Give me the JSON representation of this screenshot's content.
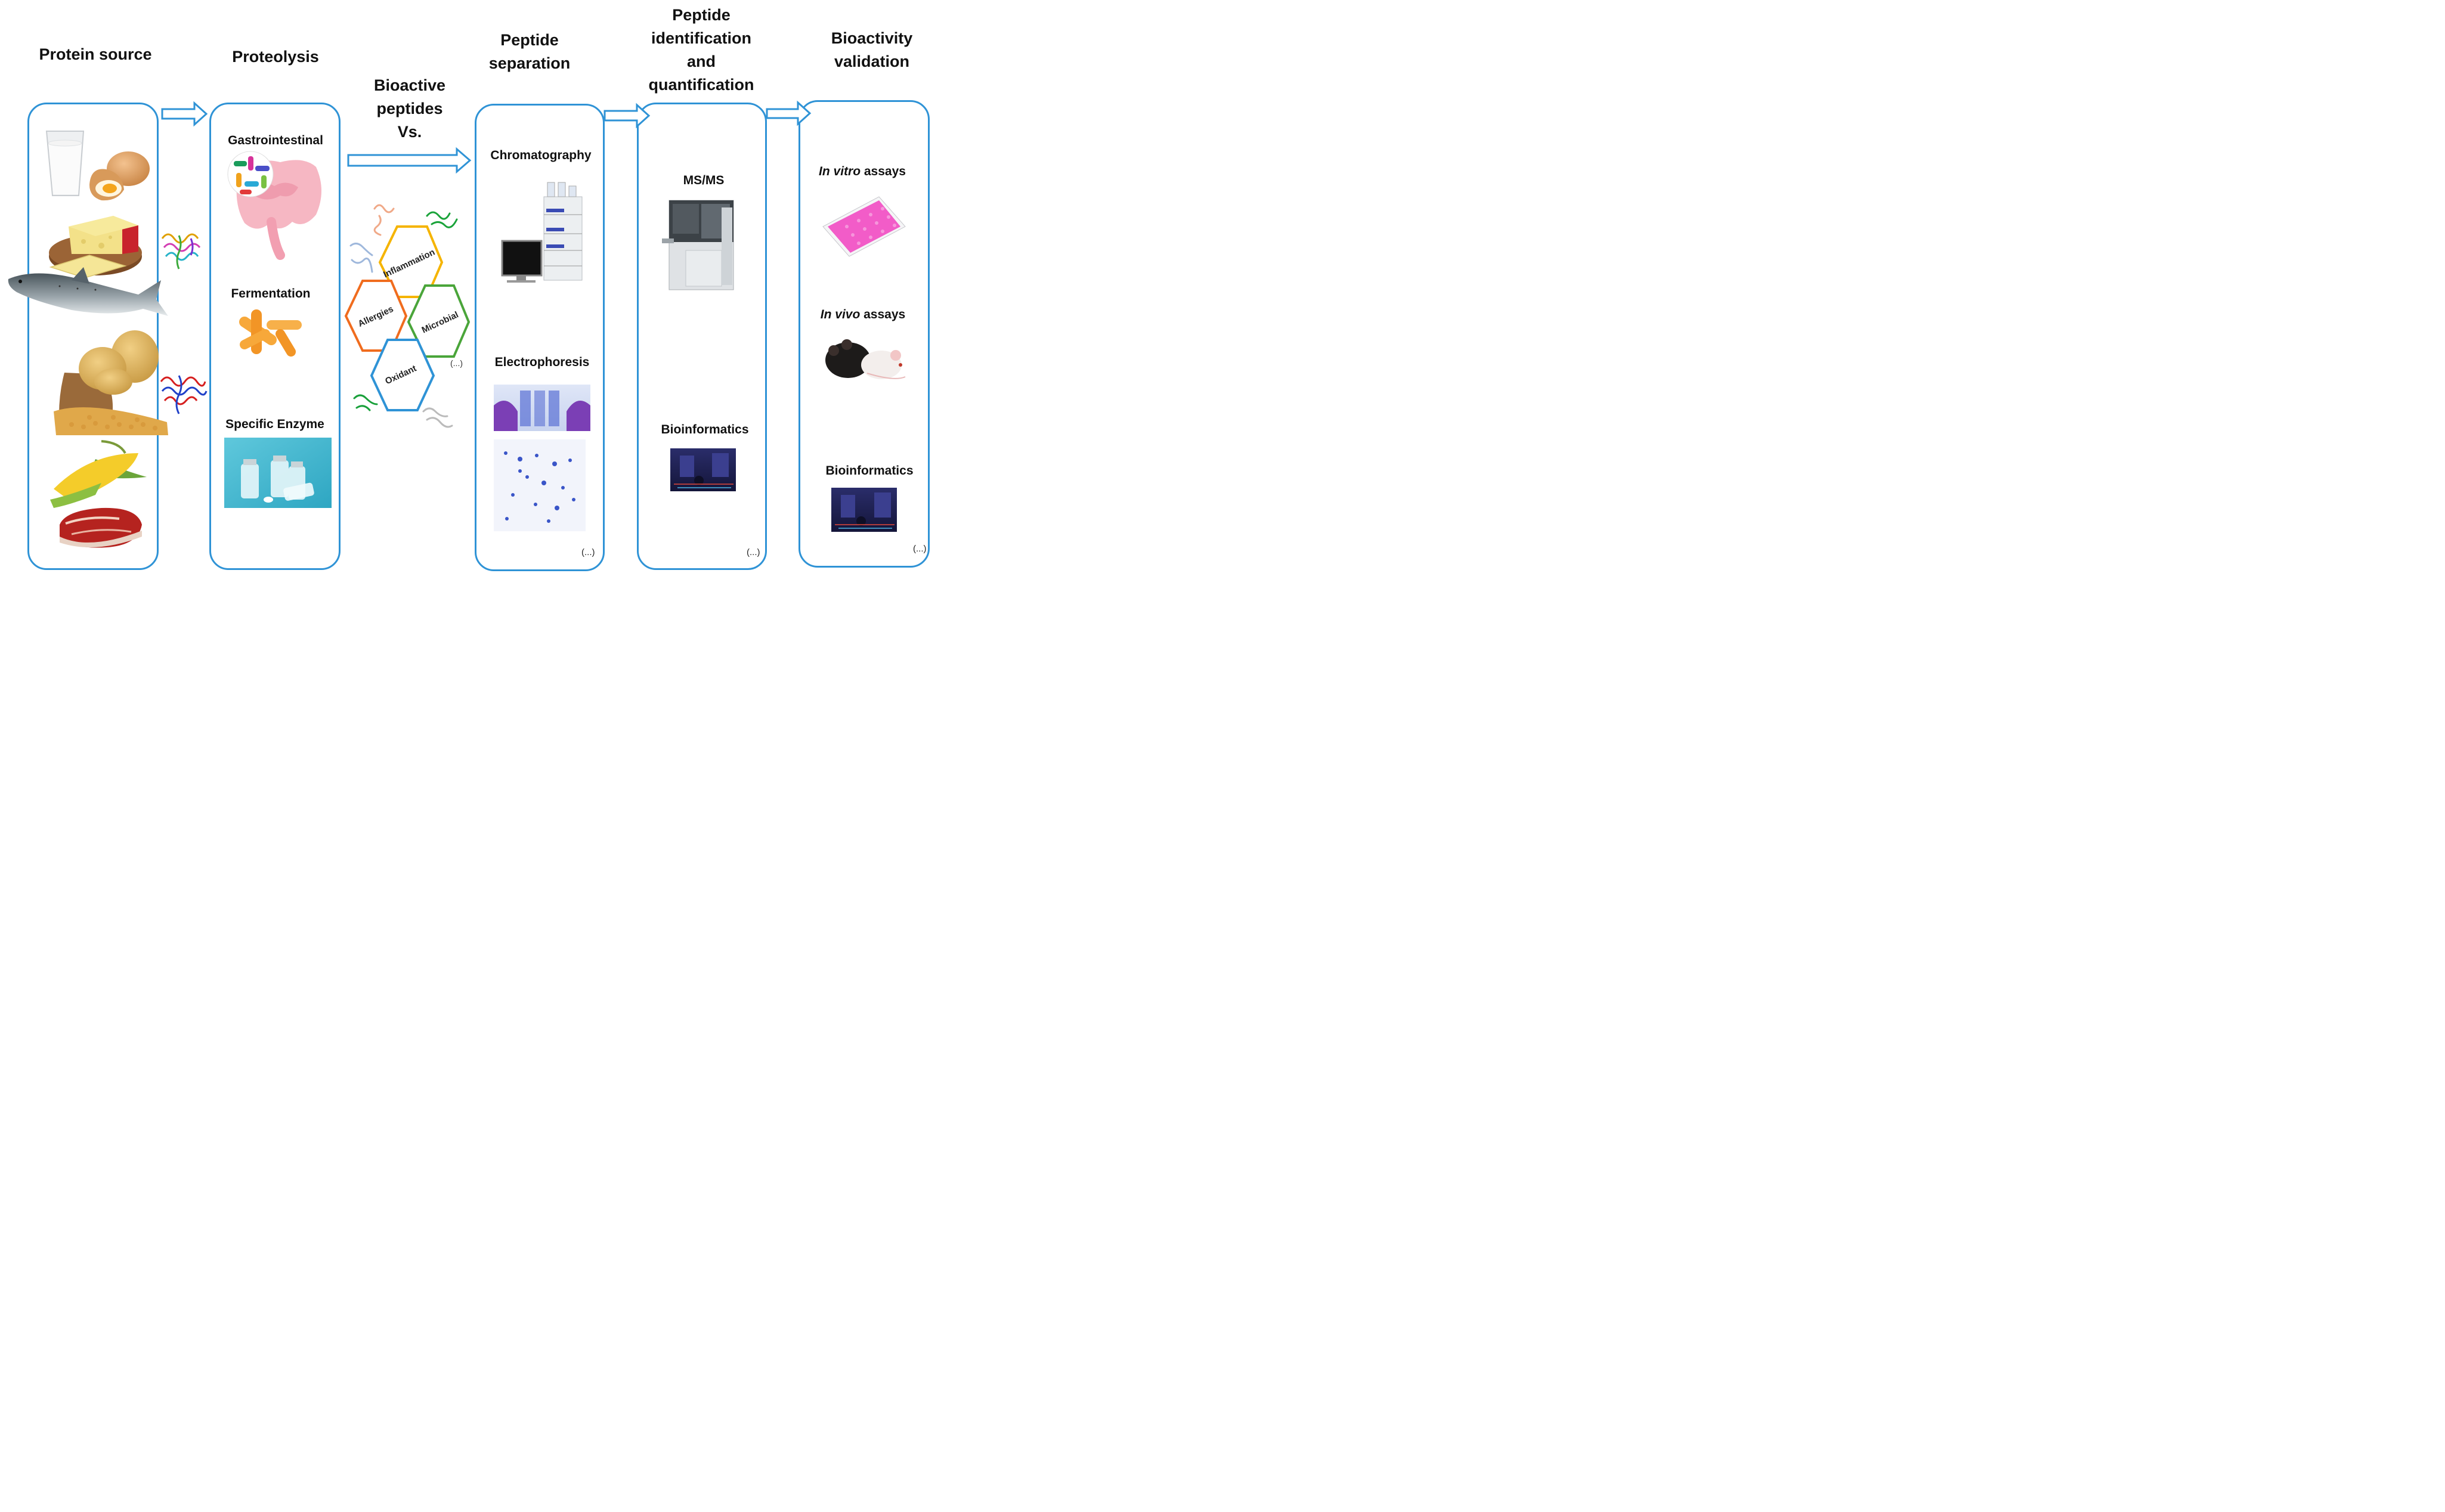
{
  "columns": [
    {
      "id": "protein_source",
      "heading": [
        "Protein source"
      ]
    },
    {
      "id": "proteolysis",
      "heading": [
        "Proteolysis"
      ],
      "items": [
        "Gastrointestinal",
        "Fermentation",
        "Specific Enzyme"
      ]
    },
    {
      "id": "bioactive",
      "heading": [
        "Bioactive",
        "peptides",
        "Vs."
      ],
      "items": [
        "Inflammation",
        "Allergies",
        "Microbial",
        "Oxidant",
        "(...)"
      ]
    },
    {
      "id": "separation",
      "heading": [
        "Peptide",
        "separation"
      ],
      "items": [
        "Chromatography",
        "Electrophoresis",
        "(...)"
      ]
    },
    {
      "id": "identification",
      "heading": [
        "Peptide",
        "identification",
        "and",
        "quantification"
      ],
      "items": [
        "MS/MS",
        "Bioinformatics",
        "(...)"
      ]
    },
    {
      "id": "validation",
      "heading": [
        "Bioactivity",
        "validation"
      ],
      "items": [
        {
          "italic": "In vitro",
          "rest": " assays"
        },
        {
          "italic": "In vivo",
          "rest": " assays"
        },
        "Bioinformatics",
        "(...)"
      ]
    }
  ],
  "colors": {
    "panel_border": "#2f93d6",
    "arrow": "#2f93d6",
    "hex_inflammation": "#f5b400",
    "hex_allergies": "#f06c1e",
    "hex_microbial": "#4aa53a",
    "hex_oxidant": "#2f93d6"
  },
  "icons": [
    "milk-glass-icon",
    "egg-icon",
    "cheese-icon",
    "salmon-icon",
    "potato-icon",
    "grain-sack-icon",
    "corn-icon",
    "steak-icon",
    "protein-structure-icon",
    "intestine-icon",
    "bacteria-icon",
    "vials-icon",
    "hplc-icon",
    "gel-icon",
    "mass-spectrometer-icon",
    "bioinformatics-icon",
    "well-plate-icon",
    "mice-icon"
  ]
}
